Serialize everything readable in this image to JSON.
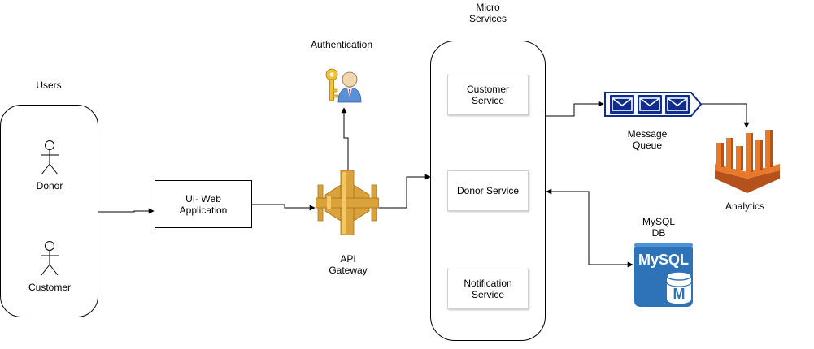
{
  "users": {
    "title": "Users",
    "donor": "Donor",
    "customer": "Customer"
  },
  "webapp": {
    "label": "UI- Web\nApplication"
  },
  "gateway": {
    "label": "API\nGateway"
  },
  "auth": {
    "label": "Authentication"
  },
  "microservices": {
    "title": "Micro\nServices",
    "customer_service": "Customer\nService",
    "donor_service": "Donor Service",
    "notification_service": "Notification\nService"
  },
  "queue": {
    "label": "Message\nQueue"
  },
  "analytics": {
    "label": "Analytics"
  },
  "mysql": {
    "label": "MySQL\nDB",
    "logo_text": "MySQL",
    "cyl_letter": "M"
  },
  "colors": {
    "aws_orange": "#d9a23a",
    "aws_orange_dark": "#a8741a",
    "queue_blue": "#0f2c8f",
    "mysql_blue": "#2e73b8",
    "analytics_orange": "#e8792b"
  }
}
